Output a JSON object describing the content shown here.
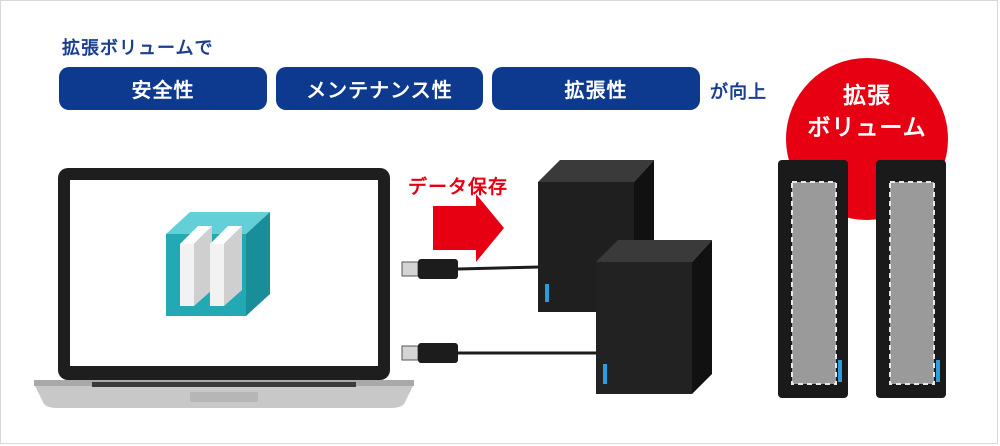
{
  "intro_text": "拡張ボリュームで",
  "features": [
    {
      "label": "安全性"
    },
    {
      "label": "メンテナンス性"
    },
    {
      "label": "拡張性"
    }
  ],
  "suffix_text": "が向上",
  "badge_text_line1": "拡張",
  "badge_text_line2": "ボリューム",
  "save_label": "データ保存",
  "colors": {
    "navy": "#0d3a8f",
    "heading_blue": "#1a3f8f",
    "red": "#e60012",
    "device_black": "#1c1c1c",
    "volume_gray": "#9a9a9a",
    "led_blue": "#2a9de0",
    "app_teal": "#22a9b4"
  },
  "icons": [
    "laptop-icon",
    "app-logo-icon",
    "usb-cable-icon",
    "external-hdd-icon",
    "arrow-right-icon",
    "expanded-volume-icon"
  ]
}
